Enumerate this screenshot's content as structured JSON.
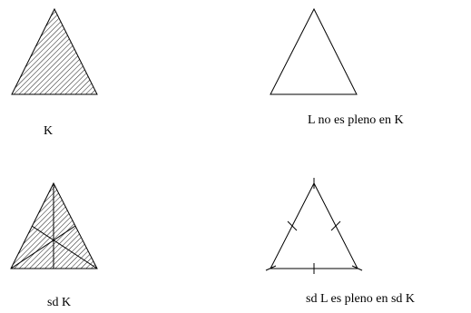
{
  "panels": [
    {
      "id": "k",
      "label": "K"
    },
    {
      "id": "l",
      "label": "L no es pleno en K"
    },
    {
      "id": "sdk",
      "label": "sd K"
    },
    {
      "id": "sdl",
      "label": "sd L es pleno en sd K"
    }
  ]
}
